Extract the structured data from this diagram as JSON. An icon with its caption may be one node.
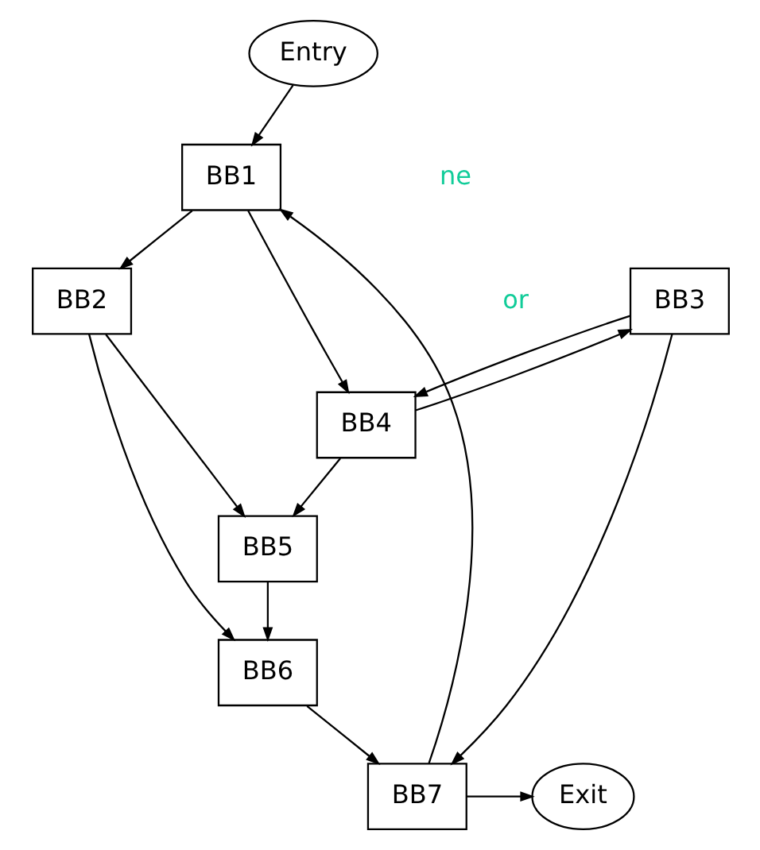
{
  "diagram": {
    "nodes": [
      {
        "text": [
          "Entry"
        ]
      },
      {
        "text": [
          "BB1"
        ]
      },
      {
        "text": [
          "BB2"
        ]
      },
      {
        "text": [
          "BB3"
        ]
      },
      {
        "text": [
          "BB4"
        ]
      },
      {
        "text": [
          "BB5"
        ]
      },
      {
        "text": [
          "BB6"
        ]
      },
      {
        "text": [
          "BB7"
        ]
      },
      {
        "text": [
          "Exit"
        ]
      }
    ],
    "edges": [
      {
        "from": 0,
        "to": 1,
        "arrow": "to"
      },
      {
        "from": 1,
        "to": 2,
        "arrow": "to"
      },
      {
        "from": 1,
        "to": 4,
        "arrow": "to"
      },
      {
        "from": 3,
        "to": 4,
        "arrow": "to"
      },
      {
        "from": 4,
        "to": 3,
        "arrow": "to"
      },
      {
        "from": 2,
        "to": 5,
        "arrow": "to"
      },
      {
        "from": 4,
        "to": 5,
        "arrow": "to"
      },
      {
        "from": 2,
        "to": 6,
        "arrow": "to"
      },
      {
        "from": 5,
        "to": 6,
        "arrow": "to"
      },
      {
        "from": 6,
        "to": 7,
        "arrow": "to"
      },
      {
        "from": 3,
        "to": 7,
        "arrow": "to"
      },
      {
        "from": 7,
        "to": 8,
        "arrow": "to"
      },
      {
        "from": 7,
        "to": 1,
        "arrow": "to"
      }
    ],
    "labels": [
      "ne",
      "or"
    ]
  }
}
